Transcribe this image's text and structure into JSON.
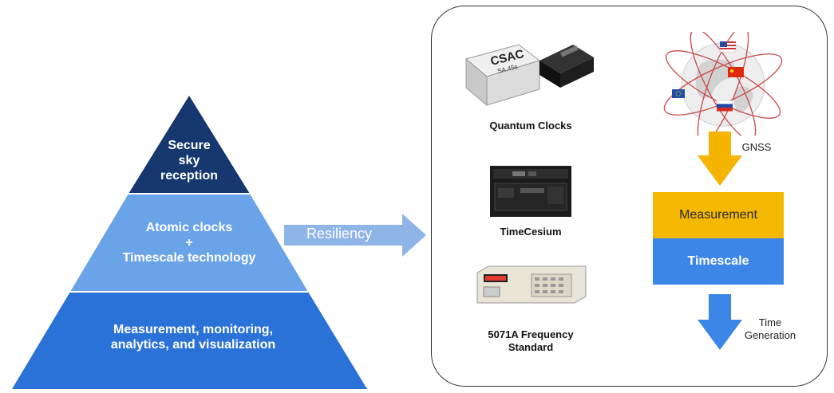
{
  "pyramid": {
    "top": [
      "Secure",
      "sky",
      "reception"
    ],
    "middle": [
      "Atomic clocks",
      "+",
      "Timescale technology"
    ],
    "bottom": [
      "Measurement, monitoring,",
      "analytics, and visualization"
    ]
  },
  "arrow": {
    "label": "Resiliency"
  },
  "devices": {
    "quantum": "Quantum Clocks",
    "csac_text": [
      "CSAC",
      "SA.45s"
    ],
    "timecesium": "TimeCesium",
    "freq_standard": [
      "5071A  Frequency",
      "Standard"
    ]
  },
  "gnss": {
    "label": "GNSS"
  },
  "boxes": {
    "measurement": "Measurement",
    "timescale": "Timescale"
  },
  "time_generation": [
    "Time",
    "Generation"
  ],
  "colors": {
    "pyr_top": "#17386e",
    "pyr_mid": "#6aa3e8",
    "pyr_bottom": "#2b72d8",
    "arrow": "#8fb4e8",
    "gnss_arrow": "#f4b400",
    "measurement_box": "#f5b800",
    "timescale_box": "#3b86e6",
    "time_arrow": "#3b86e6"
  }
}
